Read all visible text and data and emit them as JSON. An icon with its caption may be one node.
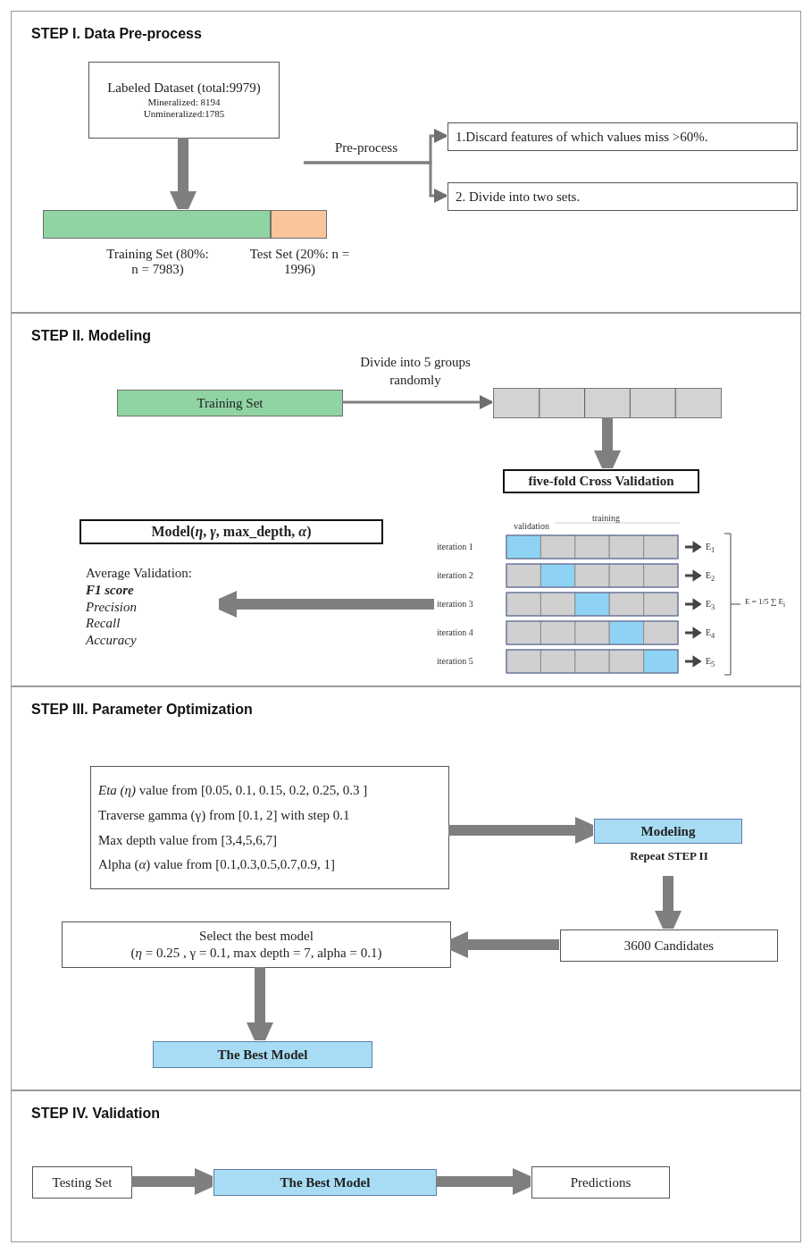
{
  "diagram": {
    "nodes": [
      {
        "text": [
          "STEP I. Data Pre-process"
        ]
      },
      {
        "text": [
          "Labeled Dataset (total:9979)",
          "Mineralized: 8194",
          "Unmineralized:1785"
        ],
        "in": 0
      },
      {
        "text": [],
        "shape": "bar",
        "in": 0,
        "beside": [
          "Training Set (80%: n = 7983)"
        ]
      },
      {
        "text": [],
        "shape": "bar",
        "in": 0,
        "beside": [
          "Test Set (20%: n = 1996)"
        ]
      },
      {
        "text": [
          "1.Discard features of which values miss >60%."
        ],
        "in": 0
      },
      {
        "text": [
          "2. Divide into two sets."
        ],
        "in": 0
      },
      {
        "text": [
          "STEP II. Modeling"
        ]
      },
      {
        "text": [
          "Training Set"
        ],
        "in": 6
      },
      {
        "text": [],
        "shape": "bar",
        "in": 6
      },
      {
        "text": [
          "five-fold Cross Validation"
        ],
        "in": 6
      },
      {
        "text": [],
        "shape": "box",
        "in": 6,
        "beside": [
          "E = 1/5 ∑ E$_{i}$"
        ]
      },
      {
        "text": [
          "Model(*η*, *γ*, max_depth, *α*)"
        ],
        "in": 6
      },
      {
        "text": [
          "Average Validation:",
          "F1 score",
          "Precision",
          "Recall",
          "Accuracy"
        ],
        "in": 6
      },
      {
        "text": [
          "STEP III. Parameter Optimization"
        ]
      },
      {
        "text": [
          "*Eta (η)* value from [0.05, 0.1, 0.15, 0.2, 0.25, 0.3 ]",
          "Traverse gamma (γ) from [0.1, 2] with step 0.1",
          "Max depth value from [3,4,5,6,7]",
          "Alpha (*α*) value from [0.1,0.3,0.5,0.7,0.9, 1]"
        ],
        "in": 13
      },
      {
        "text": [
          "Modeling"
        ],
        "in": 13,
        "beside": [
          "Repeat STEP II"
        ]
      },
      {
        "text": [
          "3600 Candidates"
        ],
        "in": 13
      },
      {
        "text": [
          "Select the best model",
          "(*η* = 0.25 , γ = 0.1, max depth = 7, alpha = 0.1)"
        ],
        "in": 13
      },
      {
        "text": [
          "The Best Model"
        ],
        "in": 13
      },
      {
        "text": [
          "STEP IV. Validation"
        ]
      },
      {
        "text": [
          "Testing Set"
        ],
        "in": 19
      },
      {
        "text": [
          "The Best Model"
        ],
        "in": 19
      },
      {
        "text": [
          "Predictions"
        ],
        "in": 19
      }
    ],
    "edges": [
      {
        "from": null,
        "to": 4,
        "arrow": "to",
        "label": "Pre-process"
      },
      {
        "from": null,
        "to": 5,
        "arrow": "to"
      },
      {
        "from": 1,
        "to": 2,
        "arrow": "to"
      },
      {
        "from": 7,
        "to": 8,
        "arrow": "to",
        "label": "Divide into 5 groups randomly"
      },
      {
        "from": 8,
        "to": 9,
        "arrow": "to"
      },
      {
        "from": 10,
        "to": 12,
        "arrow": "to"
      },
      {
        "from": 14,
        "to": 15,
        "arrow": "to"
      },
      {
        "from": 15,
        "to": 16,
        "arrow": "to"
      },
      {
        "from": 16,
        "to": 17,
        "arrow": "to"
      },
      {
        "from": 17,
        "to": 18,
        "arrow": "to"
      },
      {
        "from": 20,
        "to": 21,
        "arrow": "to"
      },
      {
        "from": 21,
        "to": 22,
        "arrow": "to"
      }
    ],
    "labels": [
      "validation",
      "training",
      "iteration 1",
      "E$_{1}$",
      "iteration 2",
      "E$_{2}$",
      "iteration 3",
      "E$_{3}$",
      "iteration 4",
      "E$_{4}$",
      "iteration 5",
      "E$_{5}$"
    ]
  }
}
